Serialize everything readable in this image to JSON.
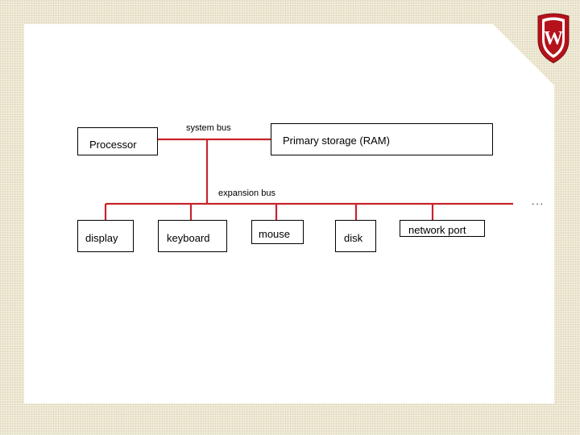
{
  "diagram": {
    "labels": {
      "system_bus": "system bus",
      "expansion_bus": "expansion bus",
      "ellipsis": "..."
    },
    "nodes": {
      "processor": "Processor",
      "ram": "Primary storage (RAM)",
      "display": "display",
      "keyboard": "keyboard",
      "mouse": "mouse",
      "disk": "disk",
      "network_port": "network port"
    },
    "colors": {
      "bus": "#c8242b",
      "crest": "#b5121b"
    }
  },
  "logo": {
    "text": "W"
  }
}
